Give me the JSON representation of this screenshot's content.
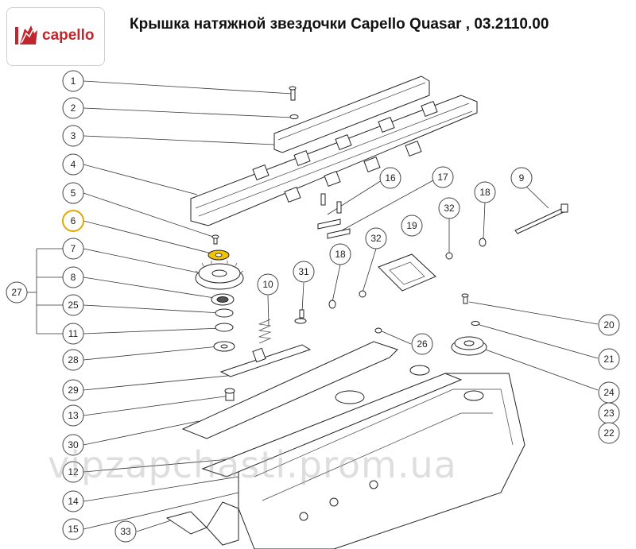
{
  "header": {
    "title": "Крышка натяжной звездочки Capello Quasar , 03.2110.00",
    "logo_text": "capello"
  },
  "watermark": "vipzapchasti.prom.ua",
  "colors": {
    "brand_red": "#c0272d",
    "highlight": "#e0a800"
  },
  "callouts": [
    {
      "id": "1",
      "label": "1"
    },
    {
      "id": "2",
      "label": "2"
    },
    {
      "id": "3",
      "label": "3"
    },
    {
      "id": "4",
      "label": "4"
    },
    {
      "id": "5",
      "label": "5"
    },
    {
      "id": "6",
      "label": "6",
      "highlighted": true
    },
    {
      "id": "7",
      "label": "7"
    },
    {
      "id": "8",
      "label": "8"
    },
    {
      "id": "25",
      "label": "25"
    },
    {
      "id": "11",
      "label": "11"
    },
    {
      "id": "27",
      "label": "27"
    },
    {
      "id": "28",
      "label": "28"
    },
    {
      "id": "29",
      "label": "29"
    },
    {
      "id": "13",
      "label": "13"
    },
    {
      "id": "30",
      "label": "30"
    },
    {
      "id": "12",
      "label": "12"
    },
    {
      "id": "14",
      "label": "14"
    },
    {
      "id": "15",
      "label": "15"
    },
    {
      "id": "33",
      "label": "33"
    },
    {
      "id": "10",
      "label": "10"
    },
    {
      "id": "31",
      "label": "31"
    },
    {
      "id": "18a",
      "label": "18"
    },
    {
      "id": "16",
      "label": "16"
    },
    {
      "id": "17",
      "label": "17"
    },
    {
      "id": "32a",
      "label": "32"
    },
    {
      "id": "19",
      "label": "19"
    },
    {
      "id": "32b",
      "label": "32"
    },
    {
      "id": "18b",
      "label": "18"
    },
    {
      "id": "9",
      "label": "9"
    },
    {
      "id": "26",
      "label": "26"
    },
    {
      "id": "20",
      "label": "20"
    },
    {
      "id": "21",
      "label": "21"
    },
    {
      "id": "24",
      "label": "24"
    },
    {
      "id": "23",
      "label": "23"
    },
    {
      "id": "22",
      "label": "22"
    }
  ]
}
